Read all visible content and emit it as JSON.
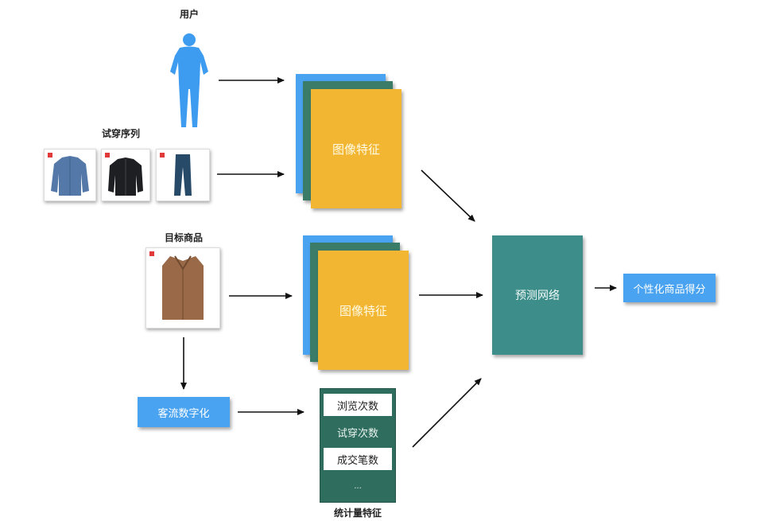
{
  "user": {
    "label": "用户"
  },
  "tryon": {
    "label": "试穿序列"
  },
  "target": {
    "label": "目标商品"
  },
  "image_feature_top": {
    "label": "图像特征"
  },
  "image_feature_bottom": {
    "label": "图像特征"
  },
  "digitize": {
    "label": "客流数字化"
  },
  "stats": {
    "rows": [
      "浏览次数",
      "试穿次数",
      "成交笔数",
      "..."
    ],
    "caption": "统计量特征"
  },
  "predict": {
    "label": "预测网络"
  },
  "score": {
    "label": "个性化商品得分"
  },
  "colors": {
    "blue": "#4aa3f0",
    "teal": "#3d8e8a",
    "dark_green": "#2f6d5e",
    "yellow": "#f2b632",
    "person": "#3d9cf0"
  }
}
